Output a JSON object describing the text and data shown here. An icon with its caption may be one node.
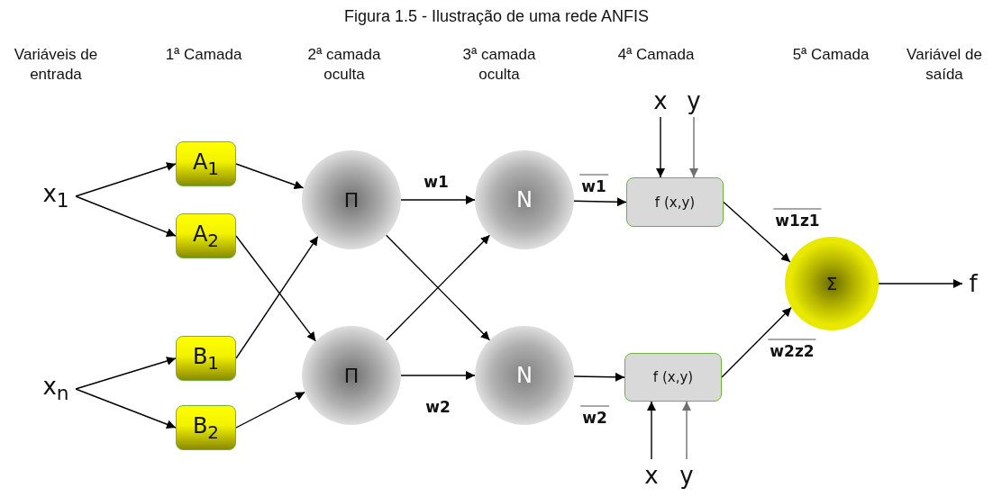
{
  "diagram": {
    "title": "Figura 1.5 - Ilustração de uma rede ANFIS",
    "nodes": [
      {
        "text": [
          "x$_{1}$"
        ]
      },
      {
        "text": [
          "x$_{n}$"
        ]
      },
      {
        "text": [
          "A$_{1}$"
        ]
      },
      {
        "text": [
          "A$_{2}$"
        ]
      },
      {
        "text": [
          "B$_{1}$"
        ]
      },
      {
        "text": [
          "B$_{2}$"
        ]
      },
      {
        "text": [
          "Π"
        ]
      },
      {
        "text": [
          "Π"
        ]
      },
      {
        "text": [
          "N"
        ]
      },
      {
        "text": [
          "N"
        ]
      },
      {
        "text": [
          "f (x,y)"
        ]
      },
      {
        "text": [
          "f (x,y)"
        ]
      },
      {
        "text": [
          "Σ"
        ]
      },
      {
        "text": [
          "f"
        ]
      },
      {
        "text": [
          "x"
        ]
      },
      {
        "text": [
          "y"
        ]
      },
      {
        "text": [
          "x"
        ]
      },
      {
        "text": [
          "y"
        ]
      }
    ],
    "edges": [
      {
        "from": 0,
        "to": 2,
        "arrow": "to"
      },
      {
        "from": 0,
        "to": 3,
        "arrow": "to"
      },
      {
        "from": 1,
        "to": 4,
        "arrow": "to"
      },
      {
        "from": 1,
        "to": 5,
        "arrow": "to"
      },
      {
        "from": 2,
        "to": 6,
        "arrow": "to"
      },
      {
        "from": 3,
        "to": 7,
        "arrow": "to"
      },
      {
        "from": 4,
        "to": 6,
        "arrow": "to"
      },
      {
        "from": 5,
        "to": 7,
        "arrow": "to"
      },
      {
        "from": 6,
        "to": 8,
        "arrow": "to",
        "label": "w1"
      },
      {
        "from": 6,
        "to": 9,
        "arrow": "to"
      },
      {
        "from": 7,
        "to": 8,
        "arrow": "to"
      },
      {
        "from": 7,
        "to": 9,
        "arrow": "to",
        "label": "w2"
      },
      {
        "from": 8,
        "to": 10,
        "arrow": "to",
        "label": "w1"
      },
      {
        "from": 9,
        "to": 11,
        "arrow": "to",
        "label": "w2"
      },
      {
        "from": 10,
        "to": 12,
        "arrow": "to",
        "label": "w1z1"
      },
      {
        "from": 11,
        "to": 12,
        "arrow": "to",
        "label": "w2z2"
      },
      {
        "from": 12,
        "to": 13,
        "arrow": "to"
      },
      {
        "from": 14,
        "to": 10,
        "arrow": "to"
      },
      {
        "from": 15,
        "to": 10,
        "arrow": "to",
        "color": "#707070"
      },
      {
        "from": 16,
        "to": 11,
        "arrow": "to"
      },
      {
        "from": 17,
        "to": 11,
        "arrow": "to",
        "color": "#707070"
      }
    ],
    "labels": [
      "Variáveis de entrada",
      "1ª Camada",
      "2ª camada oculta",
      "3ª camada oculta",
      "4ª Camada",
      "5ª Camada",
      "Variável de saída"
    ]
  }
}
